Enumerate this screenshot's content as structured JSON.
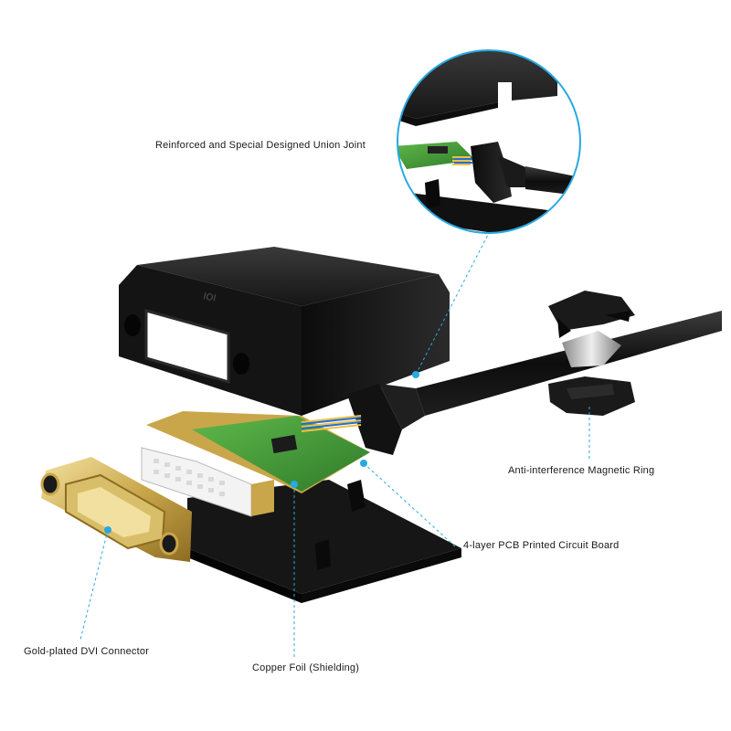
{
  "accent_color": "#27a9e1",
  "callouts": {
    "union_joint": "Reinforced and Special Designed Union Joint",
    "magnetic_ring": "Anti-interference Magnetic Ring",
    "pcb": "4-layer PCB Printed Circuit Board",
    "dvi_connector": "Gold-plated DVI Connector",
    "copper_foil": "Copper Foil (Shielding)"
  },
  "housing_logo": "IOI"
}
